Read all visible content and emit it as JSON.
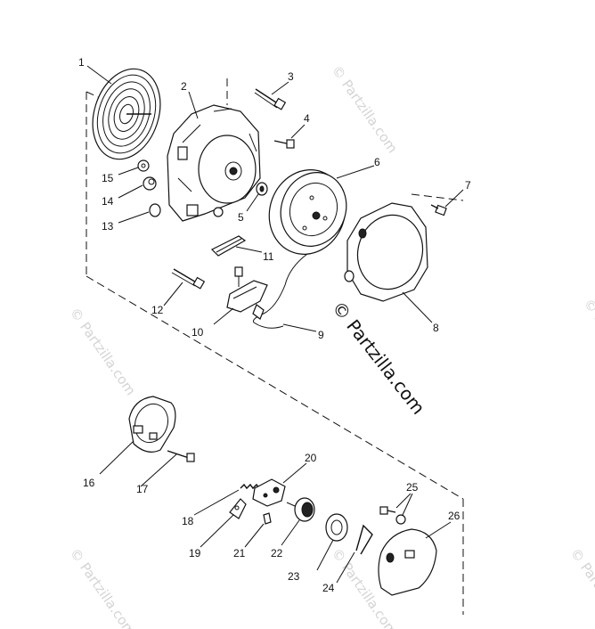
{
  "watermark": {
    "main_text": "© Partzilla.com",
    "faint_text": "© Partzilla.com"
  },
  "labels": [
    {
      "id": "1",
      "text": "1"
    },
    {
      "id": "2",
      "text": "2"
    },
    {
      "id": "3",
      "text": "3"
    },
    {
      "id": "4",
      "text": "4"
    },
    {
      "id": "5",
      "text": "5"
    },
    {
      "id": "6",
      "text": "6"
    },
    {
      "id": "7",
      "text": "7"
    },
    {
      "id": "8",
      "text": "8"
    },
    {
      "id": "9",
      "text": "9"
    },
    {
      "id": "10",
      "text": "10"
    },
    {
      "id": "11",
      "text": "11"
    },
    {
      "id": "12",
      "text": "12"
    },
    {
      "id": "13",
      "text": "13"
    },
    {
      "id": "14",
      "text": "14"
    },
    {
      "id": "15",
      "text": "15"
    },
    {
      "id": "16",
      "text": "16"
    },
    {
      "id": "17",
      "text": "17"
    },
    {
      "id": "18",
      "text": "18"
    },
    {
      "id": "19",
      "text": "19"
    },
    {
      "id": "20",
      "text": "20"
    },
    {
      "id": "21",
      "text": "21"
    },
    {
      "id": "22",
      "text": "22"
    },
    {
      "id": "23",
      "text": "23"
    },
    {
      "id": "24",
      "text": "24"
    },
    {
      "id": "25",
      "text": "25"
    },
    {
      "id": "26",
      "text": "26"
    }
  ]
}
